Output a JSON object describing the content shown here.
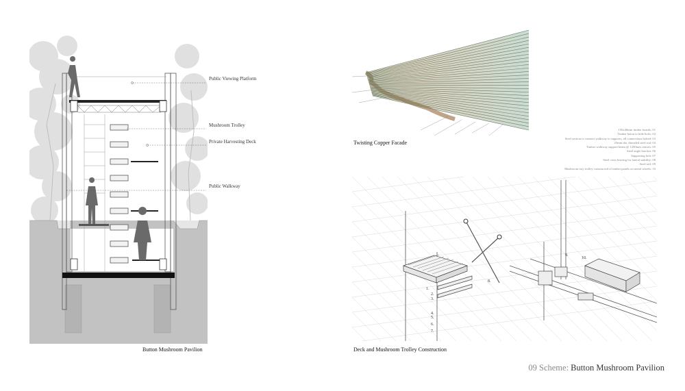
{
  "section_drawing": {
    "labels": {
      "viewing_platform": "Public Viewing Platform",
      "mushroom_trolley": "Mushroom Trolley",
      "harvesting_deck": "Private Harvesting Deck",
      "public_walkway": "Public Walkway"
    },
    "caption": "Button Mushroom Pavilion"
  },
  "facade_drawing": {
    "caption": "Twisting Copper Facade",
    "colors": {
      "copper": "#b07a3a",
      "patina": "#6f9a7c"
    }
  },
  "legend": {
    "items": [
      "150x40mm timber boards: 01",
      "Timber baton to hide bolts: 02",
      "Steel section to connect walkway to supports, all connections bolted: 03",
      "25mm dia. threaded steel rod: 04",
      "Timber walkway support beam @ 1200mm centres: 05",
      "Steel angle bracket: 06",
      "Supporting bolt: 07",
      "Steel cross bracing for lateral stability: 08",
      "Steel rail: 09",
      "Mushroom tray trolley constructed of timber panels on metal wheels: 10"
    ]
  },
  "construction_drawing": {
    "caption": "Deck and Mushroom Trolley Construction",
    "callouts": [
      "1.",
      "2.",
      "3.",
      "4.",
      "5.",
      "6.",
      "7.",
      "8.",
      "9.",
      "10."
    ]
  },
  "footer": {
    "prefix": "09 Scheme: ",
    "title": "Button Mushroom Pavilion"
  }
}
